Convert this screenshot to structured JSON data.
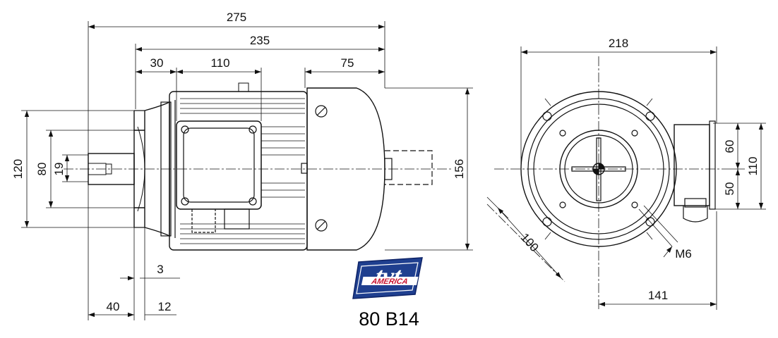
{
  "dimensions": {
    "overall_length": "275",
    "body_length": "235",
    "flange_offset": "30",
    "terminal_box_length": "110",
    "shaft_length": "75",
    "flange_height": "120",
    "spigot_diameter": "80",
    "shaft_diameter": "19",
    "motor_height": "156",
    "flange_thickness": "3",
    "shaft_end_offset": "40",
    "spigot_offset": "12",
    "end_view_width": "218",
    "bolt_circle": "100",
    "thread_size": "M6",
    "center_to_box": "141",
    "box_upper": "60",
    "box_lower": "50",
    "box_height": "110"
  },
  "model_label": "80 B14",
  "logo": {
    "main": "tvt",
    "sub": "AMERICA",
    "colors": {
      "blue": "#1f3f8f",
      "red": "#c8102e"
    }
  },
  "colors": {
    "line": "#111111"
  }
}
